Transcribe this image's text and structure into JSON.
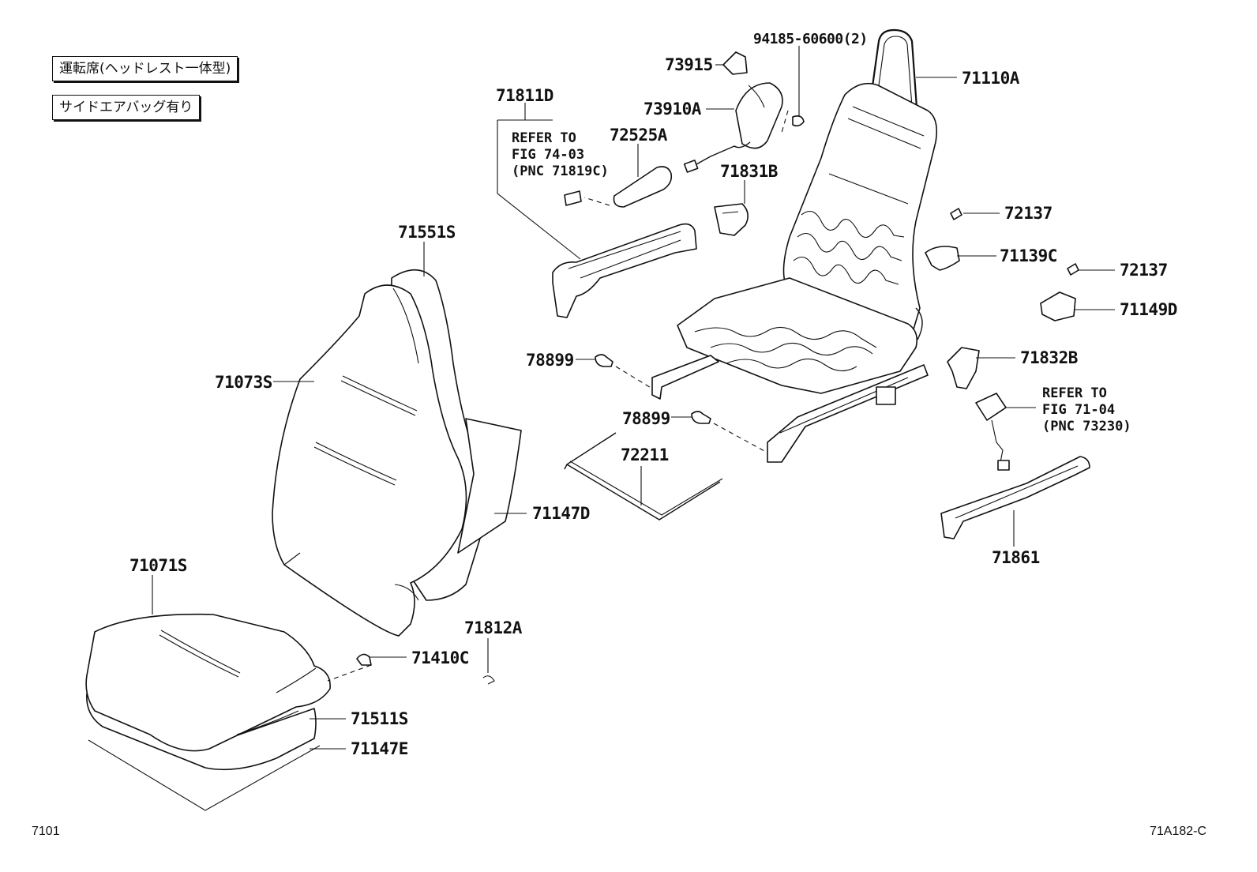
{
  "notes": [
    "運転席(ヘッドレスト一体型)",
    "サイドエアバッグ有り"
  ],
  "parts": {
    "p94185": "94185-60600(2)",
    "p73915": "73915",
    "p71110A": "71110A",
    "p71811D": "71811D",
    "p73910A": "73910A",
    "p72525A": "72525A",
    "p71831B": "71831B",
    "p72137a": "72137",
    "p71139C": "71139C",
    "p72137b": "72137",
    "p71149D": "71149D",
    "p71551S": "71551S",
    "p71073S": "71073S",
    "p78899a": "78899",
    "p71832B": "71832B",
    "p78899b": "78899",
    "p72211": "72211",
    "p71147D": "71147D",
    "p71861": "71861",
    "p71071S": "71071S",
    "p71812A": "71812A",
    "p71410C": "71410C",
    "p71511S": "71511S",
    "p71147E": "71147E"
  },
  "refs": {
    "r1": [
      "REFER TO",
      "FIG 74-03",
      "(PNC 71819C)"
    ],
    "r2": [
      "REFER TO",
      "FIG 71-04",
      "(PNC 73230)"
    ]
  },
  "footer": {
    "left": "7101",
    "right": "71A182-C"
  }
}
